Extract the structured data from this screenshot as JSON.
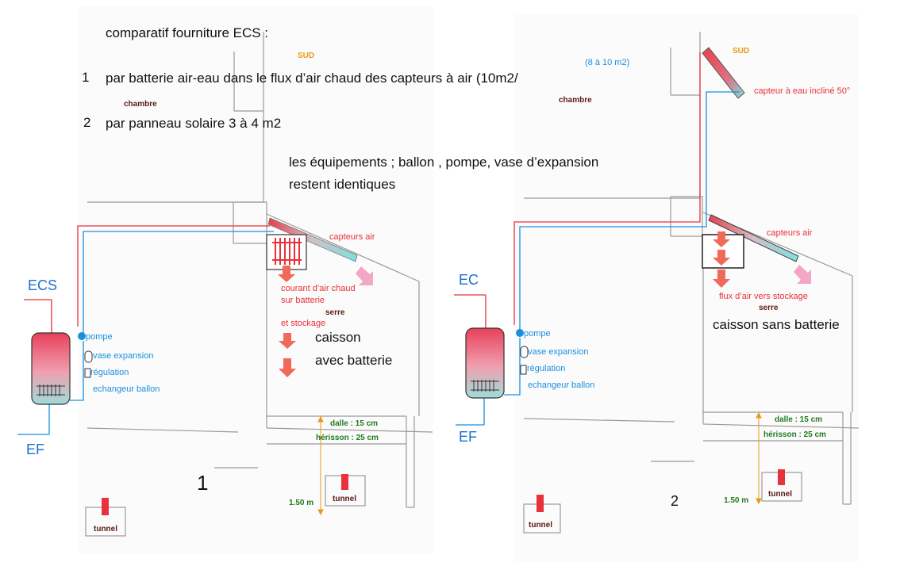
{
  "header": {
    "title": "comparatif fourniture ECS :",
    "item1_num": "1",
    "item1_text": "par batterie air-eau dans le flux d’air chaud des capteurs à air  (10m2/",
    "item1_note": "(8 à 10 m2)",
    "item2_num": "2",
    "item2_text": "par panneau solaire 3 à 4 m2",
    "note_line1": "les équipements ; ballon , pompe, vase d’expansion",
    "note_line2": "restent identiques"
  },
  "left": {
    "sud": "SUD",
    "chambre": "chambre",
    "ecs": "ECS",
    "ef": "EF",
    "pompe": "pompe",
    "vase": "vase expansion",
    "regulation": "régulation",
    "echangeur": "echangeur ballon",
    "capteurs": "capteurs air",
    "courant1": "courant d’air chaud",
    "courant2": "sur batterie",
    "serre": "serre",
    "stockage": "et stockage",
    "caisson1": "caisson",
    "caisson2": "avec batterie",
    "dalle": "dalle : 15 cm",
    "herisson": "hérisson : 25 cm",
    "depth": "1.50 m",
    "tunnel_a": "tunnel",
    "tunnel_b": "tunnel",
    "number": "1"
  },
  "right": {
    "sud": "SUD",
    "chambre": "chambre",
    "capteur_eau": "capteur à eau incliné 50°",
    "ec": "EC",
    "ef": "EF",
    "pompe": "pompe",
    "vase": "vase expansion",
    "regulation": "régulation",
    "echangeur": "echangeur ballon",
    "capteurs": "capteurs air",
    "flux": "flux d’air vers stockage",
    "serre": "serre",
    "caisson": "caisson sans batterie",
    "dalle": "dalle : 15 cm",
    "herisson": "hérisson : 25 cm",
    "depth": "1.50 m",
    "tunnel_a": "tunnel",
    "tunnel_b": "tunnel",
    "number": "2"
  },
  "colors": {
    "hot": "#e8313a",
    "cold": "#1a8fe0",
    "arrow": "#f06a5a",
    "pinkArrow": "#f4a6c4"
  }
}
